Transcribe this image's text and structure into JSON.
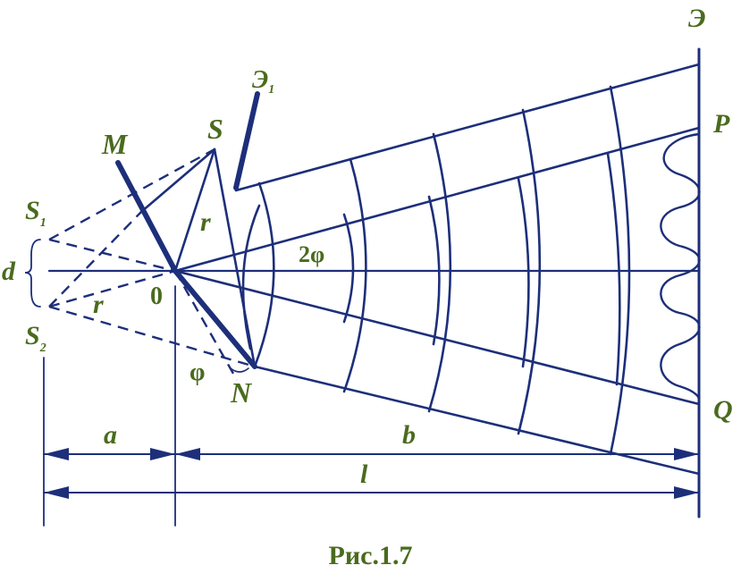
{
  "labels": {
    "screen": "Э",
    "screen1": "Э",
    "screen1_sub": "1",
    "mirror_m": "M",
    "source": "S",
    "s1": "S",
    "s1_sub": "1",
    "s2": "S",
    "s2_sub": "2",
    "d": "d",
    "r_upper": "r",
    "r_lower": "r",
    "zero": "0",
    "two_phi": "2φ",
    "phi": "φ",
    "n": "N",
    "p": "P",
    "q": "Q",
    "a": "a",
    "b": "b",
    "l": "l"
  },
  "caption": "Рис.1.7",
  "colors": {
    "line": "#1d2f7a",
    "label": "#4a6b1e"
  }
}
